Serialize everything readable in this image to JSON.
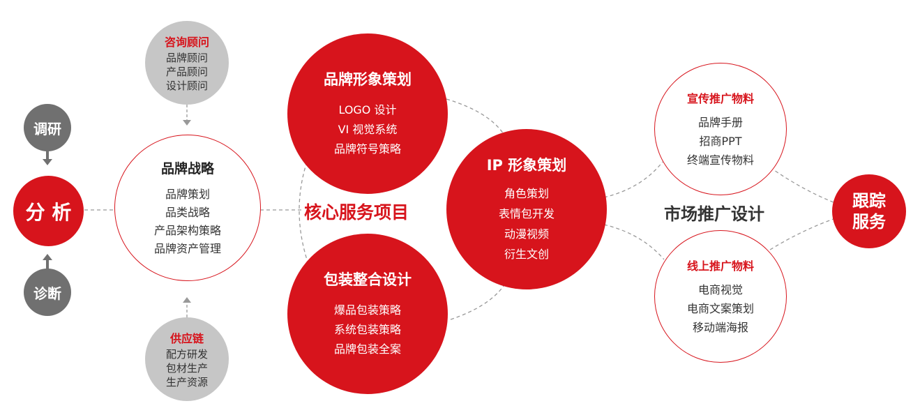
{
  "research": "调研",
  "analysis": "分 析",
  "diagnosis": "诊断",
  "consulting": {
    "title": "咨询顾问",
    "items": [
      "品牌顾问",
      "产品顾问",
      "设计顾问"
    ]
  },
  "strategy": {
    "title": "品牌战略",
    "items": [
      "品牌策划",
      "品类战略",
      "产品架构策略",
      "品牌资产管理"
    ]
  },
  "supply_chain": {
    "title": "供应链",
    "items": [
      "配方研发",
      "包材生产",
      "生产资源"
    ]
  },
  "core_label": "核心服务项目",
  "brand_image": {
    "title": "品牌形象策划",
    "items": [
      "LOGO 设计",
      "VI 视觉系统",
      "品牌符号策略"
    ]
  },
  "packaging": {
    "title": "包装整合设计",
    "items": [
      "爆品包装策略",
      "系统包装策略",
      "品牌包装全案"
    ]
  },
  "ip_image": {
    "title": "IP 形象策划",
    "items": [
      "角色策划",
      "表情包开发",
      "动漫视频",
      "衍生文创"
    ]
  },
  "market_label": "市场推广设计",
  "promo_materials": {
    "title": "宣传推广物料",
    "items": [
      "品牌手册",
      "招商PPT",
      "终端宣传物料"
    ]
  },
  "online_materials": {
    "title": "线上推广物料",
    "items": [
      "电商视觉",
      "电商文案策划",
      "移动端海报"
    ]
  },
  "tracking": {
    "line1": "跟踪",
    "line2": "服务"
  },
  "colors": {
    "accent": "#d7141c",
    "dark_gray": "#707070",
    "light_gray": "#c6c6c6"
  }
}
